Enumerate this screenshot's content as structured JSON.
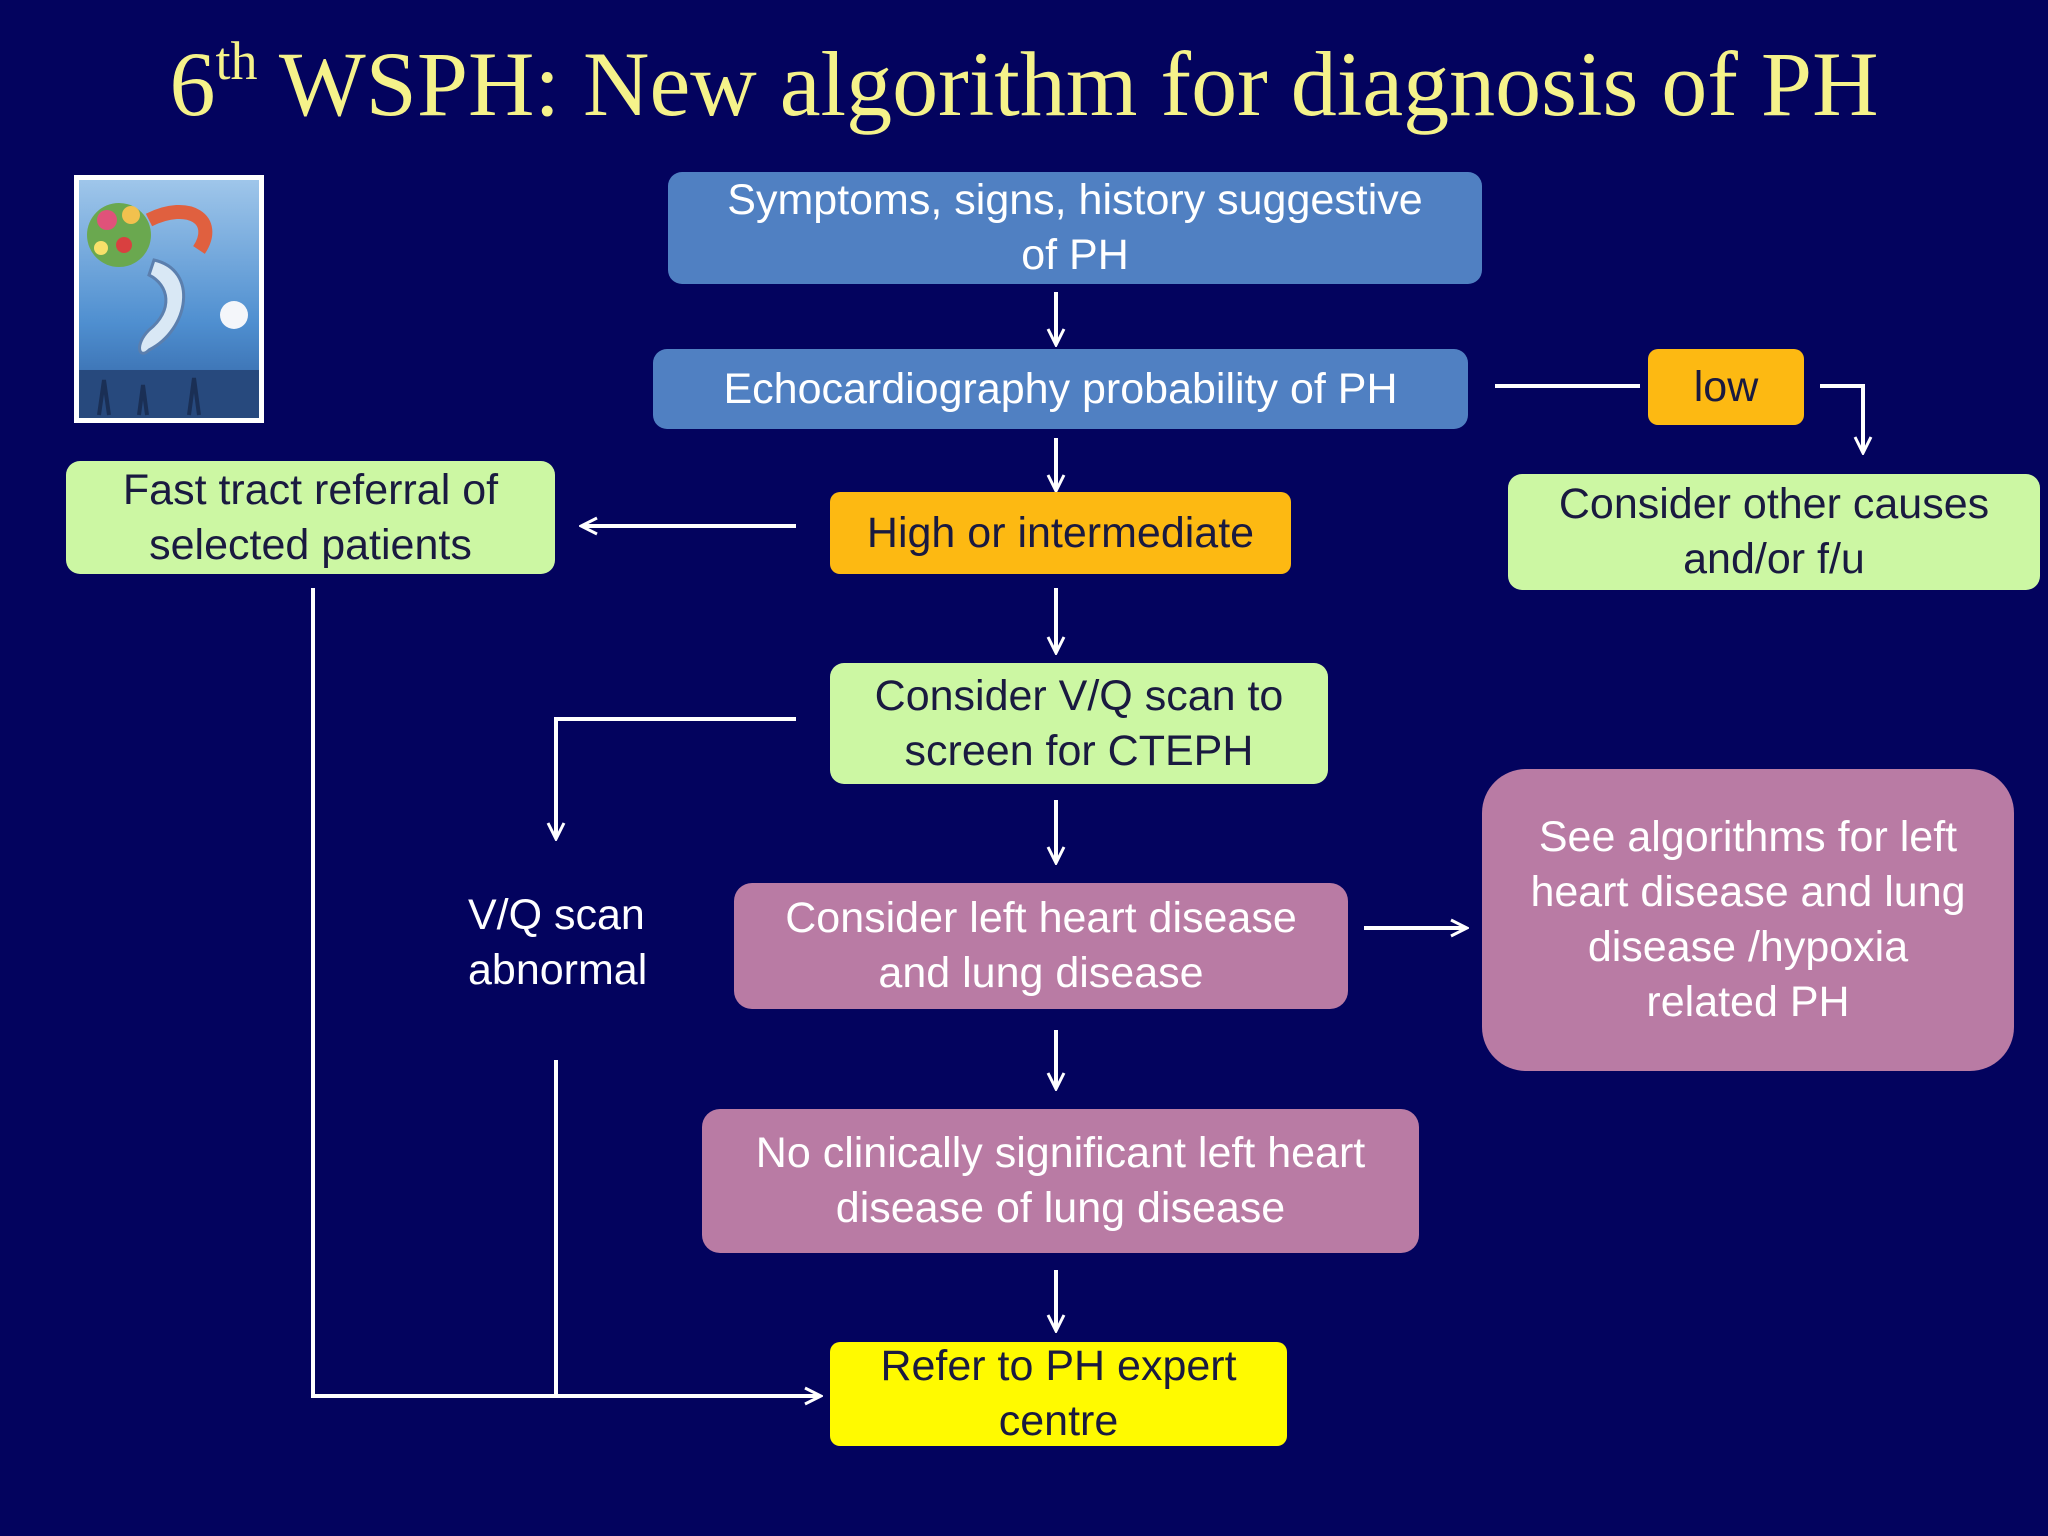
{
  "title": {
    "prefix": "6",
    "superscript": "th",
    "text": " WSPH: New algorithm for diagnosis of PH"
  },
  "nodes": {
    "symptoms": "Symptoms, signs, history suggestive\nof PH",
    "echo": "Echocardiography probability of PH",
    "low": "low",
    "consider_other": "Consider other causes\nand/or f/u",
    "high": "High or intermediate",
    "fast_track": "Fast tract referral of\nselected patients",
    "vq_consider": "Consider V/Q scan to\nscreen for CTEPH",
    "vq_abnormal": "V/Q scan\nabnormal",
    "left_heart": "Consider left heart disease\nand lung disease",
    "see_algorithms": "See algorithms for left\nheart disease and lung\ndisease /hypoxia\nrelated PH",
    "no_significant": "No clinically significant left heart\ndisease of lung disease",
    "refer": "Refer to PH expert\ncentre"
  },
  "colors": {
    "background": "#03035e",
    "title": "#f5f28a",
    "blue": "#5080c2",
    "orange": "#fdb912",
    "green": "#ccf7a3",
    "pink": "#b97ba4",
    "yellow": "#fffa00",
    "connector": "#ffffff"
  },
  "icons": {
    "painting": "chagall-painting-thumbnail"
  }
}
